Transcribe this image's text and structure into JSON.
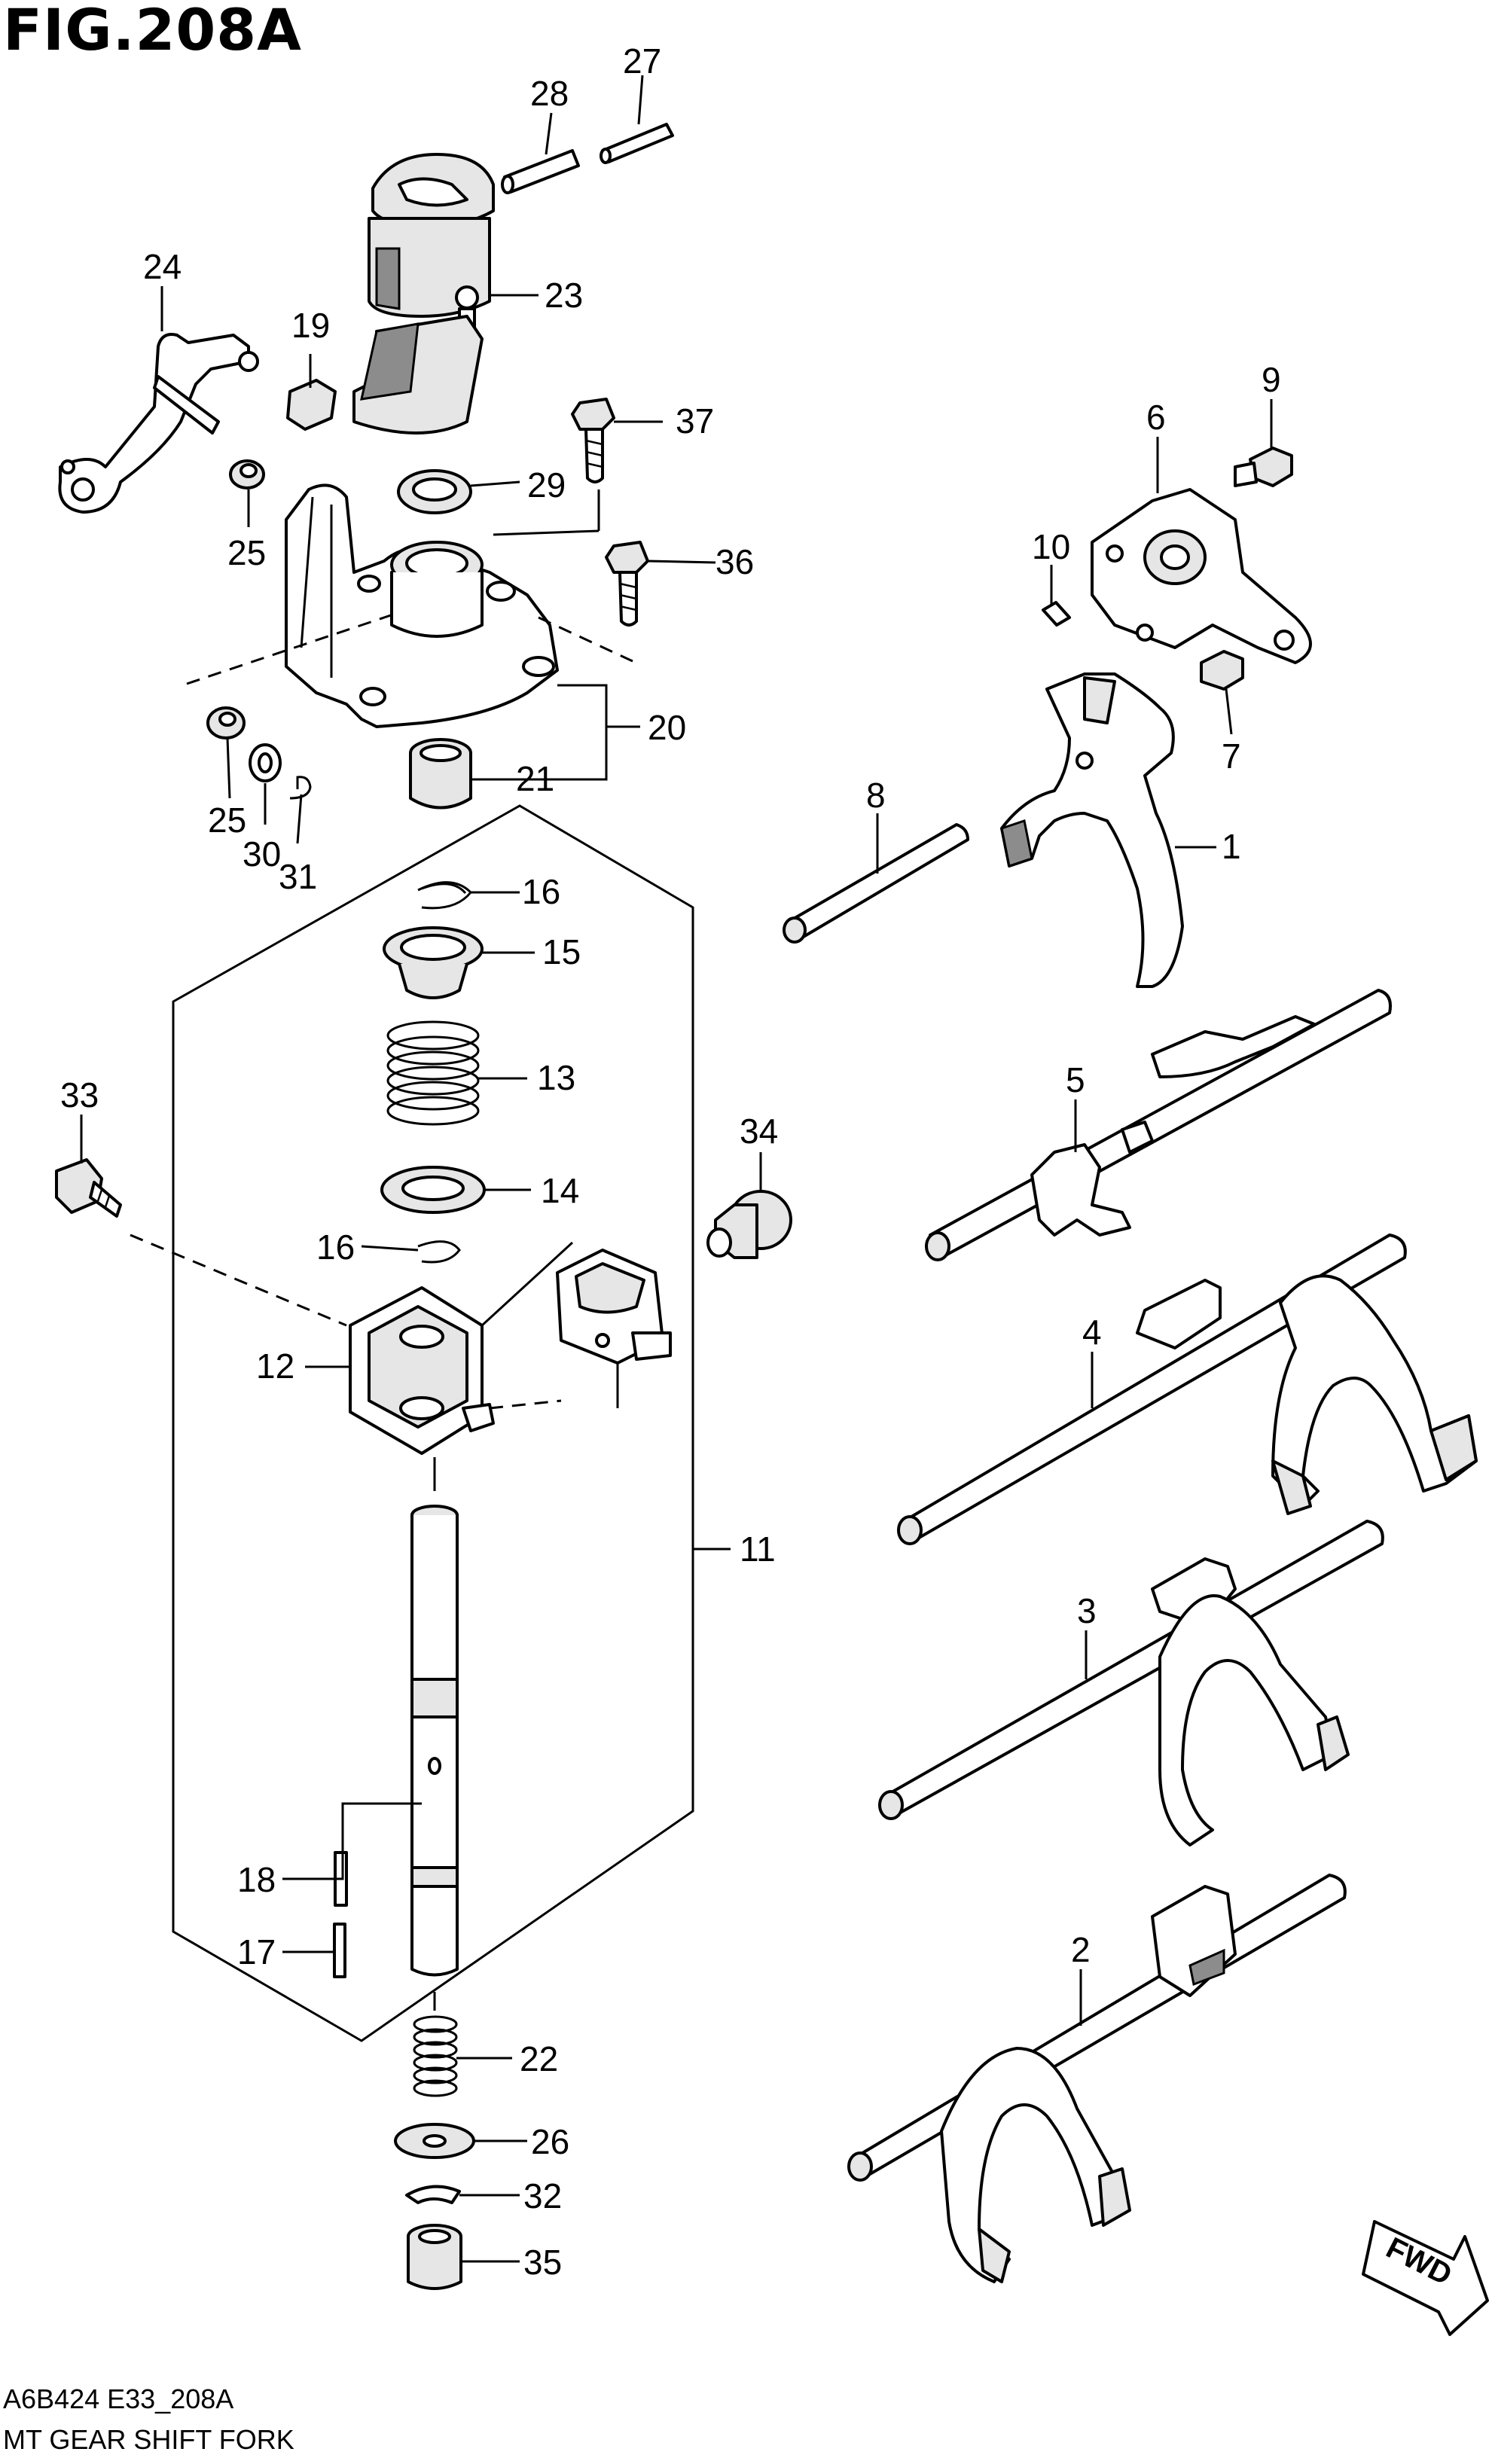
{
  "figure": {
    "title": "FIG.208A",
    "code": "A6B424 E33_208A",
    "caption": "MT GEAR SHIFT FORK"
  },
  "direction_badge": "FWD",
  "callouts": [
    {
      "id": "c27",
      "label": "27"
    },
    {
      "id": "c28",
      "label": "28"
    },
    {
      "id": "c23",
      "label": "23"
    },
    {
      "id": "c24",
      "label": "24"
    },
    {
      "id": "c19",
      "label": "19"
    },
    {
      "id": "c37",
      "label": "37"
    },
    {
      "id": "c29",
      "label": "29"
    },
    {
      "id": "c25a",
      "label": "25"
    },
    {
      "id": "c36",
      "label": "36"
    },
    {
      "id": "c20",
      "label": "20"
    },
    {
      "id": "c21",
      "label": "21"
    },
    {
      "id": "c25b",
      "label": "25"
    },
    {
      "id": "c30",
      "label": "30"
    },
    {
      "id": "c31",
      "label": "31"
    },
    {
      "id": "c16a",
      "label": "16"
    },
    {
      "id": "c15",
      "label": "15"
    },
    {
      "id": "c13",
      "label": "13"
    },
    {
      "id": "c14",
      "label": "14"
    },
    {
      "id": "c16b",
      "label": "16"
    },
    {
      "id": "c12",
      "label": "12"
    },
    {
      "id": "c11",
      "label": "11"
    },
    {
      "id": "c33",
      "label": "33"
    },
    {
      "id": "c34",
      "label": "34"
    },
    {
      "id": "c18",
      "label": "18"
    },
    {
      "id": "c17",
      "label": "17"
    },
    {
      "id": "c22",
      "label": "22"
    },
    {
      "id": "c26",
      "label": "26"
    },
    {
      "id": "c32",
      "label": "32"
    },
    {
      "id": "c35",
      "label": "35"
    },
    {
      "id": "c9",
      "label": "9"
    },
    {
      "id": "c6",
      "label": "6"
    },
    {
      "id": "c10",
      "label": "10"
    },
    {
      "id": "c7",
      "label": "7"
    },
    {
      "id": "c8",
      "label": "8"
    },
    {
      "id": "c1",
      "label": "1"
    },
    {
      "id": "c5",
      "label": "5"
    },
    {
      "id": "c4",
      "label": "4"
    },
    {
      "id": "c3",
      "label": "3"
    },
    {
      "id": "c2",
      "label": "2"
    }
  ]
}
